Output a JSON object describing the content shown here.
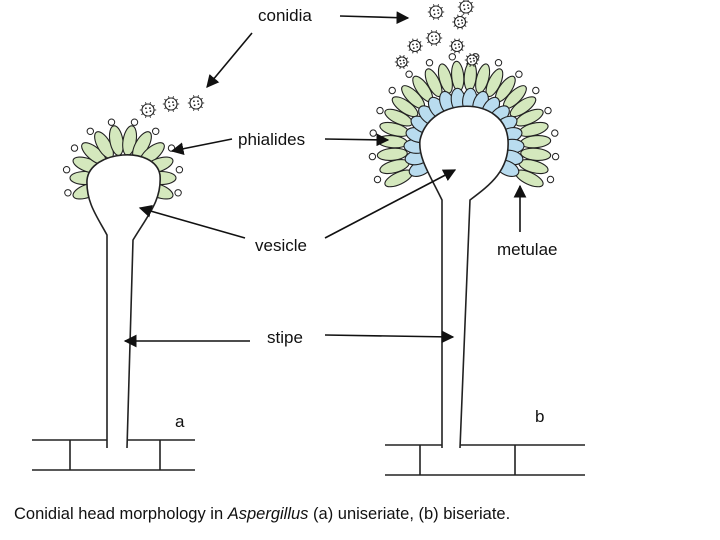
{
  "labels": {
    "conidia": "conidia",
    "phialides": "phialides",
    "vesicle": "vesicle",
    "metulae": "metulae",
    "stipe": "stipe",
    "panel_a": "a",
    "panel_b": "b"
  },
  "caption": {
    "prefix": "Conidial head morphology in ",
    "genus": "Aspergillus",
    "suffix": " (a) uniseriate, (b) biseriate."
  },
  "colors": {
    "phialide": "#d4e8bd",
    "metula": "#b9dcef",
    "outline": "#222222"
  }
}
